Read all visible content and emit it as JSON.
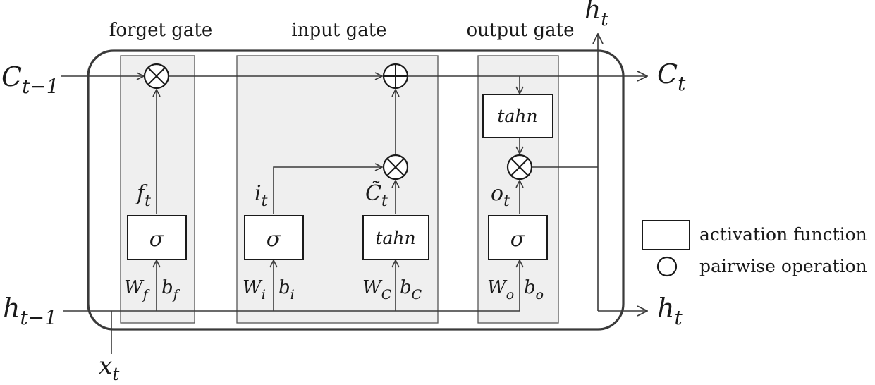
{
  "gates": {
    "forget": "forget gate",
    "input": "input gate",
    "output": "output gate"
  },
  "variables": {
    "c_prev": {
      "base": "C",
      "sub": "t−1"
    },
    "c_next": {
      "base": "C",
      "sub": "t"
    },
    "h_prev": {
      "base": "h",
      "sub": "t−1"
    },
    "h_next": {
      "base": "h",
      "sub": "t"
    },
    "h_top": {
      "base": "h",
      "sub": "t"
    },
    "x": {
      "base": "x",
      "sub": "t"
    },
    "f": {
      "base": "f",
      "sub": "t"
    },
    "i": {
      "base": "i",
      "sub": "t"
    },
    "c_tilde": {
      "base": "C̃",
      "sub": "t"
    },
    "o": {
      "base": "o",
      "sub": "t"
    }
  },
  "activations": {
    "forget_sigma": "σ",
    "input_sigma": "σ",
    "input_tanh": "tahn",
    "output_tahn": "tahn",
    "output_sigma": "σ"
  },
  "weights": {
    "forget": {
      "w": "W",
      "w_sub": "f",
      "b": "b",
      "b_sub": "f"
    },
    "input_i": {
      "w": "W",
      "w_sub": "i",
      "b": "b",
      "b_sub": "i"
    },
    "input_c": {
      "w": "W",
      "w_sub": "C",
      "b": "b",
      "b_sub": "C"
    },
    "output": {
      "w": "W",
      "w_sub": "o",
      "b": "b",
      "b_sub": "o"
    }
  },
  "legend": {
    "activation": "activation function",
    "pairwise": "pairwise operation"
  }
}
